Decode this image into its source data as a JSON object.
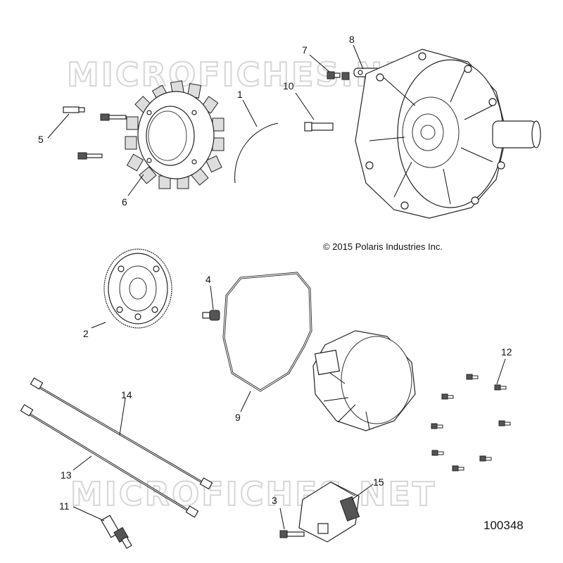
{
  "watermark": {
    "text": "MICROFICHES.NET"
  },
  "copyright": "© 2015 Polaris Industries Inc.",
  "figure_number": "100348",
  "callouts": {
    "c1": "1",
    "c2": "2",
    "c3": "3",
    "c4": "4",
    "c5": "5",
    "c6": "6",
    "c7": "7",
    "c8": "8",
    "c9": "9",
    "c10": "10",
    "c11": "11",
    "c12": "12",
    "c13": "13",
    "c14": "14",
    "c15": "15"
  }
}
